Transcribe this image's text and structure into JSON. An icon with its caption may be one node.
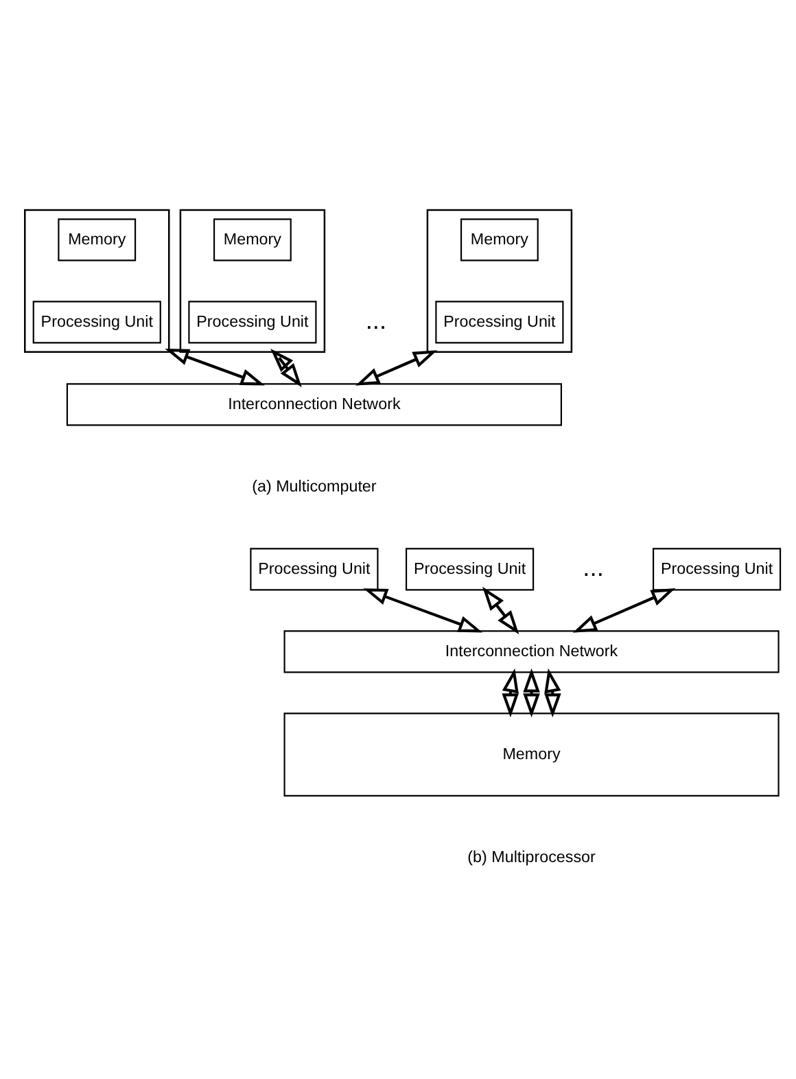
{
  "diagram": {
    "nodes": [
      {
        "text": [],
        "shape": "box"
      },
      {
        "text": [
          "Memory"
        ],
        "in": 0
      },
      {
        "text": [
          "Processing Unit"
        ],
        "in": 0
      },
      {
        "text": [],
        "shape": "box"
      },
      {
        "text": [
          "Memory"
        ],
        "in": 3
      },
      {
        "text": [
          "Processing Unit"
        ],
        "in": 3
      },
      {
        "text": [],
        "shape": "box"
      },
      {
        "text": [
          "Memory"
        ],
        "in": 6
      },
      {
        "text": [
          "Processing Unit"
        ],
        "in": 6
      },
      {
        "text": [
          "Interconnection Network"
        ]
      },
      {
        "text": [
          "Processing Unit"
        ]
      },
      {
        "text": [
          "Processing Unit"
        ]
      },
      {
        "text": [
          "Processing Unit"
        ]
      },
      {
        "text": [
          "Interconnection Network"
        ]
      },
      {
        "text": [
          "Memory"
        ]
      }
    ],
    "edges": [
      {
        "from": 0,
        "to": 9,
        "arrow": "both"
      },
      {
        "from": 3,
        "to": 9,
        "arrow": "both"
      },
      {
        "from": 6,
        "to": 9,
        "arrow": "both"
      },
      {
        "from": 10,
        "to": 13,
        "arrow": "both"
      },
      {
        "from": 11,
        "to": 13,
        "arrow": "both"
      },
      {
        "from": 12,
        "to": 13,
        "arrow": "both"
      },
      {
        "from": 13,
        "to": 14,
        "arrow": "both"
      },
      {
        "from": 13,
        "to": 14,
        "arrow": "both"
      },
      {
        "from": 13,
        "to": 14,
        "arrow": "both"
      }
    ],
    "labels": [
      "...",
      "(a) Multicomputer",
      "...",
      "(b) Multiprocessor"
    ]
  }
}
